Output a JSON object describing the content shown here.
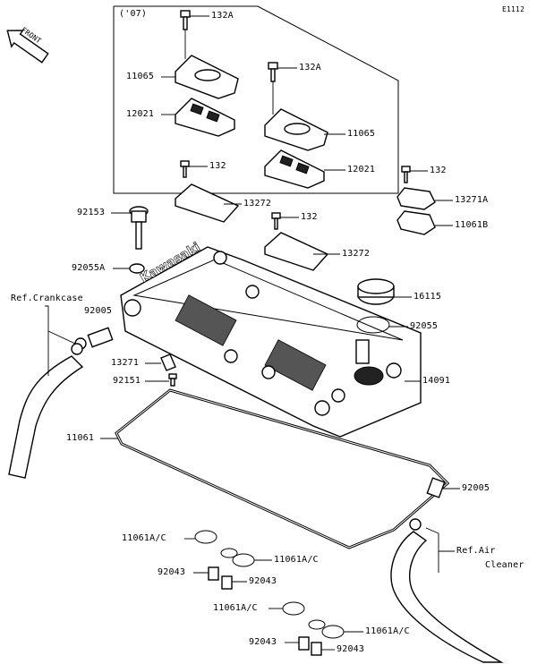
{
  "diagram_code": "E1112",
  "front_label": "FRONT",
  "variant_note": "('07)",
  "labels": {
    "p132A_top": "132A",
    "p11065_a": "11065",
    "p12021_a": "12021",
    "p132A_mid": "132A",
    "p11065_b": "11065",
    "p12021_b": "12021",
    "p132_a": "132",
    "p13272_a": "13272",
    "p132_b": "132",
    "p13272_b": "13272",
    "p132_c": "132",
    "p13271A": "13271A",
    "p11061B": "11061B",
    "p92153": "92153",
    "p92055A": "92055A",
    "ref_crankcase": "Ref.Crankcase",
    "p92005_a": "92005",
    "p16115": "16115",
    "p92055": "92055",
    "p13271": "13271",
    "p92151": "92151",
    "p14091": "14091",
    "p11061": "11061",
    "p92005_b": "92005",
    "p11061AC_1": "11061A/C",
    "p11061AC_2": "11061A/C",
    "p92043_1": "92043",
    "p92043_2": "92043",
    "ref_air": "Ref.Air",
    "cleaner": "Cleaner",
    "p11061AC_3": "11061A/C",
    "p11061AC_4": "11061A/C",
    "p92043_3": "92043",
    "p92043_4": "92043"
  },
  "brand_mark": "Kawasaki"
}
